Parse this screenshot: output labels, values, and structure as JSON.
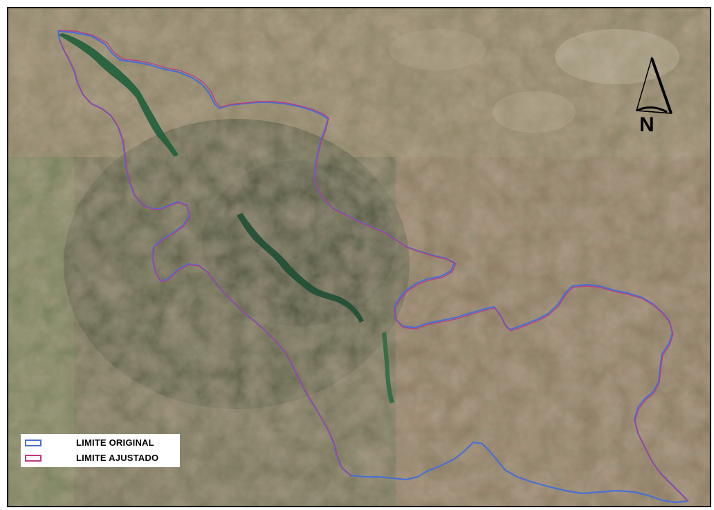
{
  "map": {
    "legend": {
      "items": [
        {
          "label": "LIMITE ORIGINAL",
          "color": "#4a6fd0"
        },
        {
          "label": "LIMITE AJUSTADO",
          "color": "#c2377a"
        }
      ]
    },
    "north_arrow": {
      "label": "N"
    },
    "colors": {
      "original_boundary": "#4a6fd0",
      "adjusted_boundary": "#c2377a",
      "reservoir": "#1f5f3a"
    }
  }
}
